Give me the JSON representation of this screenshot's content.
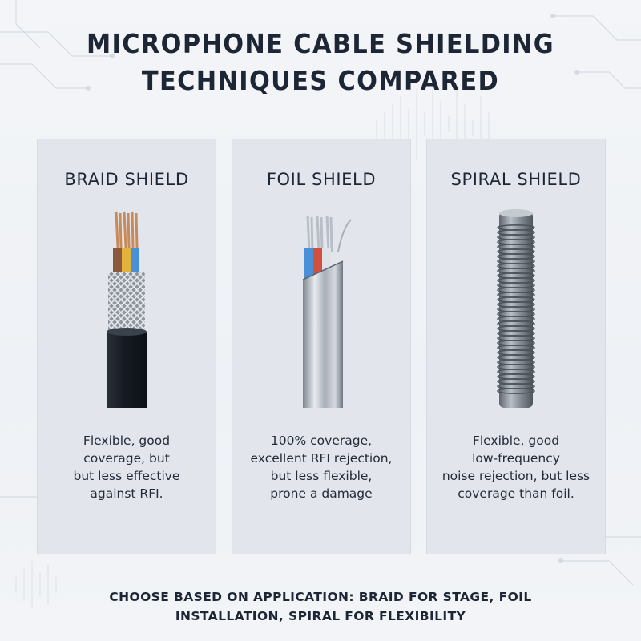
{
  "title": {
    "line1": "MICROPHONE CABLE SHIELDING",
    "line2": "TECHNIQUES COMPARED"
  },
  "panels": [
    {
      "heading": "BRAID SHIELD",
      "icon": "braid-shield-cable-icon",
      "description": [
        "Flexible, good",
        "coverage, but",
        "but less effective",
        "against RFI."
      ]
    },
    {
      "heading": "FOIL SHIELD",
      "icon": "foil-shield-cable-icon",
      "description": [
        "100% coverage,",
        "excellent RFI rejection,",
        "but less flexible,",
        "prone a damage"
      ]
    },
    {
      "heading": "SPIRAL SHIELD",
      "icon": "spiral-shield-cable-icon",
      "description": [
        "Flexible, good",
        "low-frequency",
        "noise rejection, but less",
        "coverage than foil."
      ]
    }
  ],
  "footer": {
    "line1": "CHOOSE BASED ON APPLICATION: BRAID FOR STAGE, FOIL",
    "line2": "INSTALLATION, SPIRAL FOR FLEXIBILITY"
  },
  "colors": {
    "background": "#f0f3f6",
    "panel": "#e2e6ec",
    "text": "#1d2635",
    "jacket": "#1b1f26",
    "copper": "#c98a5a",
    "wire_blue": "#4a90d9",
    "wire_red": "#d2503f",
    "wire_yellow": "#e3b23c"
  }
}
